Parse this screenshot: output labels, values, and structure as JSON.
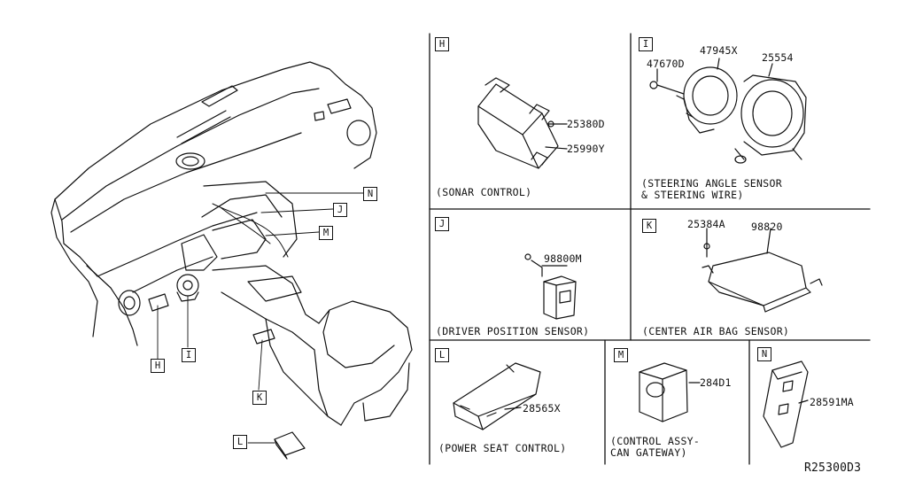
{
  "diagram_code": "R25300D3",
  "callouts": {
    "H": "H",
    "I": "I",
    "J": "J",
    "K": "K",
    "L": "L",
    "M": "M",
    "N": "N"
  },
  "panels": {
    "H": {
      "letter": "H",
      "caption": "(SONAR CONTROL)",
      "parts": [
        "25380D",
        "25990Y"
      ]
    },
    "I": {
      "letter": "I",
      "caption": "(STEERING ANGLE SENSOR\n& STEERING WIRE)",
      "parts": [
        "47945X",
        "47670D",
        "25554"
      ]
    },
    "J": {
      "letter": "J",
      "caption": "(DRIVER POSITION SENSOR)",
      "parts": [
        "98800M"
      ]
    },
    "K": {
      "letter": "K",
      "caption": "(CENTER AIR BAG SENSOR)",
      "parts": [
        "25384A",
        "98820"
      ]
    },
    "L": {
      "letter": "L",
      "caption": "(POWER SEAT CONTROL)",
      "parts": [
        "28565X"
      ]
    },
    "M": {
      "letter": "M",
      "caption": "(CONTROL ASSY-\nCAN GATEWAY)",
      "parts": [
        "284D1"
      ]
    },
    "N": {
      "letter": "N",
      "caption": "",
      "parts": [
        "28591MA"
      ]
    }
  }
}
